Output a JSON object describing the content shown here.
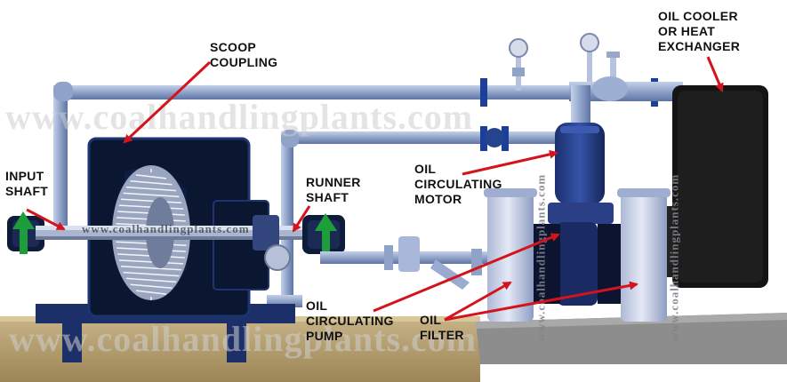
{
  "labels": {
    "scoop_coupling": "SCOOP\nCOUPLING",
    "input_shaft": "INPUT\nSHAFT",
    "runner_shaft": "RUNNER\nSHAFT",
    "oil_circulating_motor": "OIL\nCIRCULATING\nMOTOR",
    "oil_circulating_pump": "OIL\nCIRCULATING\nPUMP",
    "oil_filter": "OIL\nFILTER",
    "oil_cooler": "OIL COOLER\nOR HEAT\nEXCHANGER"
  },
  "watermark": {
    "top": "www.coalhandlingplants.com",
    "bottom": "www.coalhandlingplants.com",
    "filter_left": "www.coalhandlingplants.com",
    "filter_right": "www.coalhandlingplants.com",
    "shaft": "www.coalhandlingplants.com"
  },
  "colors": {
    "pipe": "#8fa3c8",
    "pipe_dark": "#5f74a4",
    "housing": "#0b1630",
    "housing_edge": "#1c3470",
    "arrow": "#d4141c",
    "shaft_arrow": "#1e9e3a",
    "cooler": "#111111",
    "ground": "#b19b6c",
    "filter": "#c9d2ea"
  }
}
